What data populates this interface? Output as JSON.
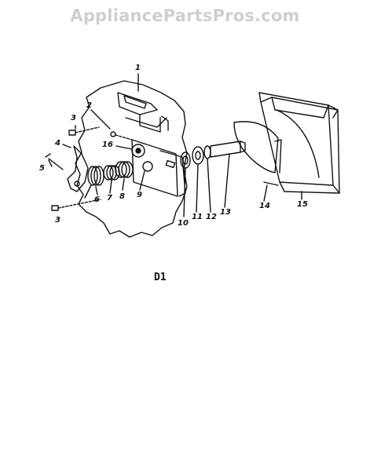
{
  "watermark": "AppliancePartsPros.com",
  "diagram_title": "D1",
  "callouts": {
    "c1": "1",
    "c2": "2",
    "c3a": "3",
    "c3b": "3",
    "c4": "4",
    "c5": "5",
    "c6": "6",
    "c7": "7",
    "c8": "8",
    "c9": "9",
    "c10": "10",
    "c11": "11",
    "c12": "12",
    "c13": "13",
    "c14": "14",
    "c15": "15",
    "c16": "16"
  },
  "colors": {
    "ink": "#111111",
    "watermark": "#cfcfcf"
  }
}
